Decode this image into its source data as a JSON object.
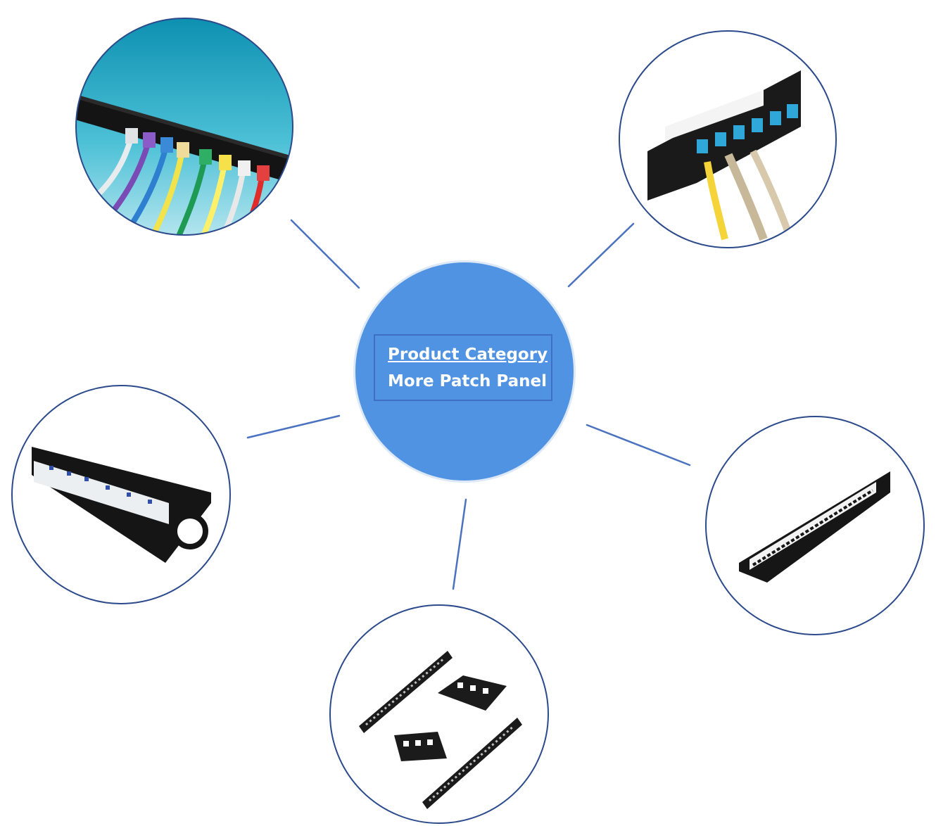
{
  "center": {
    "title": "Product Category",
    "subtitle": "More Patch Panel",
    "fill_color": "#5093e3",
    "ring_color": "#dde9f8"
  },
  "connector_color": "#4a72c0",
  "ring_color": "#2b4a8c",
  "products": [
    {
      "name": "patch-panel-colored-cables"
    },
    {
      "name": "keystone-patch-panel-blue-modules"
    },
    {
      "name": "patch-panel-with-cable-manager"
    },
    {
      "name": "48-port-patch-panel"
    },
    {
      "name": "blank-patch-panels-and-brackets"
    }
  ]
}
